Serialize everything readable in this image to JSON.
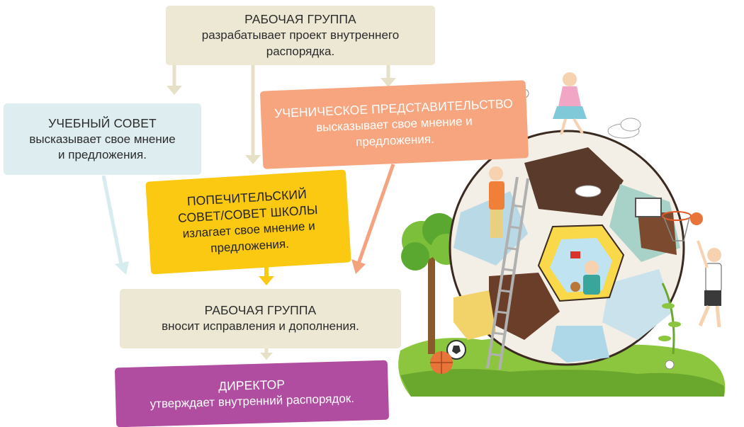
{
  "diagram": {
    "top_box": {
      "title": "РАБОЧАЯ ГРУППА",
      "text_line1": "разрабатывает проект внутреннего",
      "text_line2": "распорядка."
    },
    "left_box": {
      "title": "УЧЕБНЫЙ СОВЕТ",
      "text_line1": "высказывает свое мнение",
      "text_line2": "и предложения."
    },
    "right_box": {
      "title": "УЧЕНИЧЕСКОЕ ПРЕДСТАВИТЕЛЬСТВО",
      "text_line1": "высказывает свое мнение и",
      "text_line2": "предложения."
    },
    "yellow_box": {
      "title_line1": "ПОПЕЧИТЕЛЬСКИЙ",
      "title_line2": "СОВЕТ/СОВЕТ ШКОЛЫ",
      "text_line1": "излагает свое мнение и",
      "text_line2": "предложения."
    },
    "mid_box": {
      "title": "РАБОЧАЯ ГРУППА",
      "text": "вносит исправления и дополнения."
    },
    "director_box": {
      "title": "ДИРЕКТОР",
      "text": "утверждает внутренний распорядок."
    }
  },
  "colors": {
    "beige": "#ece8d4",
    "light_blue": "#deedf0",
    "salmon": "#f6a57e",
    "yellow": "#fbc912",
    "purple": "#b14da0"
  },
  "illustration": {
    "name": "football-illustration"
  }
}
